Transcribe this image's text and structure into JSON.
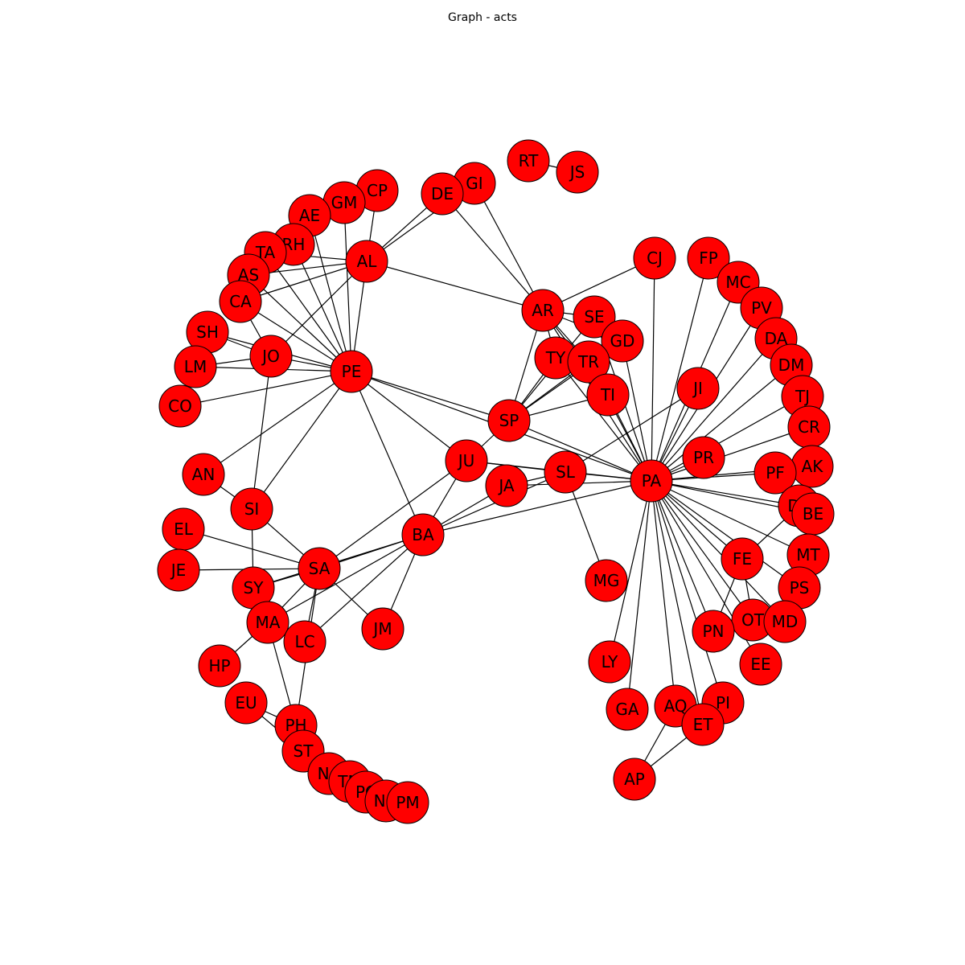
{
  "title": "Graph - acts",
  "node_color": "#ff0000",
  "edge_color": "#000000",
  "nodes": [
    {
      "id": "RT",
      "label": "RT"
    },
    {
      "id": "JS",
      "label": "JS"
    },
    {
      "id": "GI",
      "label": "GI"
    },
    {
      "id": "DE",
      "label": "DE"
    },
    {
      "id": "CP",
      "label": "CP"
    },
    {
      "id": "GM",
      "label": "GM"
    },
    {
      "id": "AE",
      "label": "AE"
    },
    {
      "id": "RH",
      "label": "RH"
    },
    {
      "id": "TA",
      "label": "TA"
    },
    {
      "id": "AS",
      "label": "AS"
    },
    {
      "id": "CA",
      "label": "CA"
    },
    {
      "id": "AL",
      "label": "AL"
    },
    {
      "id": "SH",
      "label": "SH"
    },
    {
      "id": "JO",
      "label": "JO"
    },
    {
      "id": "LM",
      "label": "LM"
    },
    {
      "id": "PE",
      "label": "PE"
    },
    {
      "id": "CO",
      "label": "CO"
    },
    {
      "id": "AN",
      "label": "AN"
    },
    {
      "id": "SI",
      "label": "SI"
    },
    {
      "id": "EL",
      "label": "EL"
    },
    {
      "id": "JE",
      "label": "JE"
    },
    {
      "id": "SA",
      "label": "SA"
    },
    {
      "id": "SY",
      "label": "SY"
    },
    {
      "id": "MA",
      "label": "MA"
    },
    {
      "id": "LC",
      "label": "LC"
    },
    {
      "id": "JM",
      "label": "JM"
    },
    {
      "id": "HP",
      "label": "HP"
    },
    {
      "id": "EU",
      "label": "EU"
    },
    {
      "id": "PH",
      "label": "PH"
    },
    {
      "id": "ST",
      "label": "ST"
    },
    {
      "id": "NA",
      "label": "NA"
    },
    {
      "id": "TM",
      "label": "TM"
    },
    {
      "id": "PC",
      "label": "PC"
    },
    {
      "id": "NO",
      "label": "NO"
    },
    {
      "id": "PM",
      "label": "PM"
    },
    {
      "id": "BA",
      "label": "BA"
    },
    {
      "id": "JU",
      "label": "JU"
    },
    {
      "id": "JA",
      "label": "JA"
    },
    {
      "id": "SP",
      "label": "SP"
    },
    {
      "id": "SL",
      "label": "SL"
    },
    {
      "id": "AR",
      "label": "AR"
    },
    {
      "id": "SE",
      "label": "SE"
    },
    {
      "id": "GD",
      "label": "GD"
    },
    {
      "id": "TY",
      "label": "TY"
    },
    {
      "id": "TR",
      "label": "TR"
    },
    {
      "id": "TI",
      "label": "TI"
    },
    {
      "id": "CJ",
      "label": "CJ"
    },
    {
      "id": "FP",
      "label": "FP"
    },
    {
      "id": "MC",
      "label": "MC"
    },
    {
      "id": "PV",
      "label": "PV"
    },
    {
      "id": "DA",
      "label": "DA"
    },
    {
      "id": "DM",
      "label": "DM"
    },
    {
      "id": "TJ",
      "label": "TJ"
    },
    {
      "id": "CR",
      "label": "CR"
    },
    {
      "id": "JI",
      "label": "JI"
    },
    {
      "id": "PR",
      "label": "PR"
    },
    {
      "id": "PA",
      "label": "PA"
    },
    {
      "id": "AK",
      "label": "AK"
    },
    {
      "id": "PF",
      "label": "PF"
    },
    {
      "id": "DR",
      "label": "DR"
    },
    {
      "id": "BE",
      "label": "BE"
    },
    {
      "id": "MT",
      "label": "MT"
    },
    {
      "id": "FE",
      "label": "FE"
    },
    {
      "id": "PS",
      "label": "PS"
    },
    {
      "id": "MG",
      "label": "MG"
    },
    {
      "id": "OT",
      "label": "OT"
    },
    {
      "id": "MD",
      "label": "MD"
    },
    {
      "id": "PN",
      "label": "PN"
    },
    {
      "id": "EE",
      "label": "EE"
    },
    {
      "id": "LY",
      "label": "LY"
    },
    {
      "id": "GA",
      "label": "GA"
    },
    {
      "id": "AQ",
      "label": "AQ"
    },
    {
      "id": "PI",
      "label": "PI"
    },
    {
      "id": "ET",
      "label": "ET"
    },
    {
      "id": "AP",
      "label": "AP"
    }
  ],
  "edges": [
    [
      "RT",
      "JS"
    ],
    [
      "AL",
      "DE"
    ],
    [
      "AL",
      "GI"
    ],
    [
      "AL",
      "CP"
    ],
    [
      "AL",
      "AS"
    ],
    [
      "AL",
      "TA"
    ],
    [
      "AL",
      "CA"
    ],
    [
      "AL",
      "JO"
    ],
    [
      "AL",
      "PE"
    ],
    [
      "AL",
      "AR"
    ],
    [
      "DE",
      "AR"
    ],
    [
      "GI",
      "AR"
    ],
    [
      "PE",
      "GM"
    ],
    [
      "PE",
      "AE"
    ],
    [
      "PE",
      "RH"
    ],
    [
      "PE",
      "TA"
    ],
    [
      "PE",
      "AS"
    ],
    [
      "PE",
      "CA"
    ],
    [
      "PE",
      "SH"
    ],
    [
      "PE",
      "JO"
    ],
    [
      "PE",
      "LM"
    ],
    [
      "PE",
      "CO"
    ],
    [
      "PE",
      "AN"
    ],
    [
      "PE",
      "SI"
    ],
    [
      "PE",
      "BA"
    ],
    [
      "PE",
      "JU"
    ],
    [
      "PE",
      "SP"
    ],
    [
      "PE",
      "PA"
    ],
    [
      "JO",
      "CA"
    ],
    [
      "JO",
      "SH"
    ],
    [
      "JO",
      "LM"
    ],
    [
      "JO",
      "SI"
    ],
    [
      "AN",
      "SI"
    ],
    [
      "SI",
      "SA"
    ],
    [
      "SI",
      "SY"
    ],
    [
      "EL",
      "SA"
    ],
    [
      "JE",
      "SA"
    ],
    [
      "SA",
      "SY"
    ],
    [
      "SA",
      "MA"
    ],
    [
      "SA",
      "LC"
    ],
    [
      "SA",
      "JM"
    ],
    [
      "SA",
      "PH"
    ],
    [
      "SA",
      "BA"
    ],
    [
      "SA",
      "JU"
    ],
    [
      "MA",
      "HP"
    ],
    [
      "MA",
      "PH"
    ],
    [
      "MA",
      "BA"
    ],
    [
      "SY",
      "BA"
    ],
    [
      "LC",
      "BA"
    ],
    [
      "JM",
      "BA"
    ],
    [
      "EU",
      "PH"
    ],
    [
      "EU",
      "ST"
    ],
    [
      "PH",
      "NA"
    ],
    [
      "PH",
      "TM"
    ],
    [
      "ST",
      "NA"
    ],
    [
      "NA",
      "TM"
    ],
    [
      "TM",
      "PC"
    ],
    [
      "PC",
      "NO"
    ],
    [
      "NO",
      "PM"
    ],
    [
      "BA",
      "JU"
    ],
    [
      "BA",
      "JA"
    ],
    [
      "BA",
      "SL"
    ],
    [
      "BA",
      "PA"
    ],
    [
      "JU",
      "SP"
    ],
    [
      "JU",
      "SL"
    ],
    [
      "JU",
      "PA"
    ],
    [
      "JA",
      "SL"
    ],
    [
      "JA",
      "PA"
    ],
    [
      "SL",
      "PA"
    ],
    [
      "SL",
      "MG"
    ],
    [
      "SL",
      "JI"
    ],
    [
      "SP",
      "AR"
    ],
    [
      "SP",
      "TY"
    ],
    [
      "SP",
      "TR"
    ],
    [
      "SP",
      "TI"
    ],
    [
      "SP",
      "SE"
    ],
    [
      "SP",
      "GD"
    ],
    [
      "SP",
      "PA"
    ],
    [
      "AR",
      "SE"
    ],
    [
      "AR",
      "GD"
    ],
    [
      "AR",
      "TY"
    ],
    [
      "AR",
      "TR"
    ],
    [
      "AR",
      "TI"
    ],
    [
      "AR",
      "CJ"
    ],
    [
      "AR",
      "PA"
    ],
    [
      "TY",
      "PA"
    ],
    [
      "TR",
      "PA"
    ],
    [
      "TI",
      "PA"
    ],
    [
      "GD",
      "PA"
    ],
    [
      "SE",
      "PA"
    ],
    [
      "PA",
      "CJ"
    ],
    [
      "PA",
      "FP"
    ],
    [
      "PA",
      "MC"
    ],
    [
      "PA",
      "PV"
    ],
    [
      "PA",
      "DA"
    ],
    [
      "PA",
      "DM"
    ],
    [
      "PA",
      "TJ"
    ],
    [
      "PA",
      "CR"
    ],
    [
      "PA",
      "JI"
    ],
    [
      "PA",
      "PR"
    ],
    [
      "PA",
      "AK"
    ],
    [
      "PA",
      "PF"
    ],
    [
      "PA",
      "DR"
    ],
    [
      "PA",
      "BE"
    ],
    [
      "PA",
      "MT"
    ],
    [
      "PA",
      "FE"
    ],
    [
      "PA",
      "PS"
    ],
    [
      "PA",
      "OT"
    ],
    [
      "PA",
      "MD"
    ],
    [
      "PA",
      "PN"
    ],
    [
      "PA",
      "EE"
    ],
    [
      "PA",
      "LY"
    ],
    [
      "PA",
      "GA"
    ],
    [
      "PA",
      "AQ"
    ],
    [
      "PA",
      "PI"
    ],
    [
      "PA",
      "ET"
    ],
    [
      "FE",
      "DR"
    ],
    [
      "FE",
      "PN"
    ],
    [
      "FE",
      "OT"
    ],
    [
      "AQ",
      "AP"
    ],
    [
      "ET",
      "AP"
    ]
  ]
}
